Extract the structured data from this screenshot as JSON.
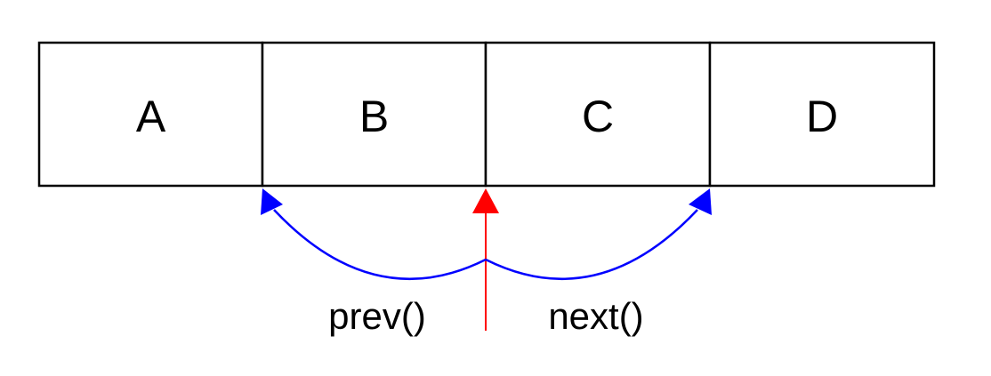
{
  "cells": [
    {
      "label": "A"
    },
    {
      "label": "B"
    },
    {
      "label": "C"
    },
    {
      "label": "D"
    }
  ],
  "labels": {
    "prev": "prev()",
    "next": "next()"
  },
  "colors": {
    "cell_stroke": "#000000",
    "arc": "#0000ff",
    "cursor": "#ff0000"
  }
}
